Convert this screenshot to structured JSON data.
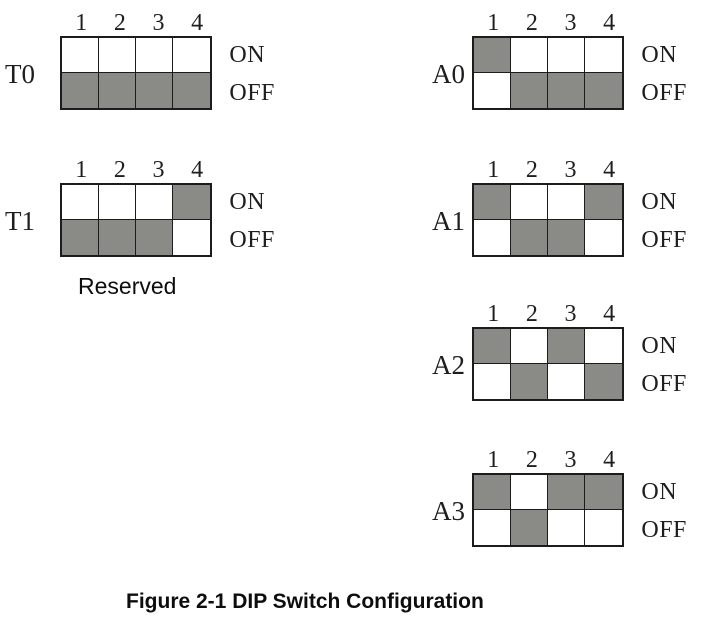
{
  "figure": {
    "caption": "Figure 2-1 DIP Switch Configuration"
  },
  "labels": {
    "on": "ON",
    "off": "OFF"
  },
  "column_numbers": [
    "1",
    "2",
    "3",
    "4"
  ],
  "switches": [
    {
      "id": "T0",
      "label": "T0",
      "states": [
        "OFF",
        "OFF",
        "OFF",
        "OFF"
      ]
    },
    {
      "id": "T1",
      "label": "T1",
      "states": [
        "OFF",
        "OFF",
        "OFF",
        "ON"
      ]
    },
    {
      "id": "A0",
      "label": "A0",
      "states": [
        "ON",
        "OFF",
        "OFF",
        "OFF"
      ]
    },
    {
      "id": "A1",
      "label": "A1",
      "states": [
        "ON",
        "OFF",
        "OFF",
        "ON"
      ]
    },
    {
      "id": "A2",
      "label": "A2",
      "states": [
        "ON",
        "OFF",
        "ON",
        "OFF"
      ]
    },
    {
      "id": "A3",
      "label": "A3",
      "states": [
        "ON",
        "OFF",
        "ON",
        "ON"
      ]
    }
  ],
  "notes": {
    "reserved": "Reserved"
  },
  "colors": {
    "switch_fill": "#8a8a87",
    "border": "#1c1c1c",
    "bg": "#ffffff",
    "text": "#1e1e1e"
  }
}
